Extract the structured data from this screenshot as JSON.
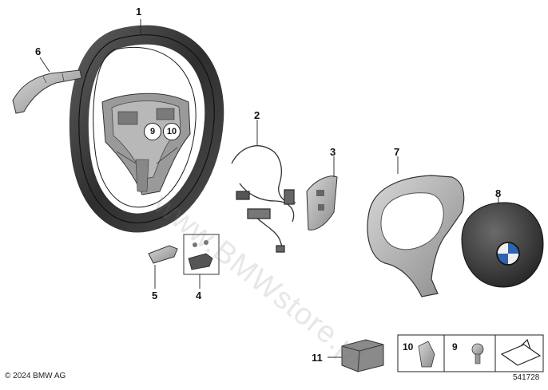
{
  "callouts": {
    "p1": "1",
    "p2": "2",
    "p3": "3",
    "p4": "4",
    "p5": "5",
    "p6": "6",
    "p7": "7",
    "p8": "8",
    "p11": "11"
  },
  "circled": {
    "c9": "9",
    "c10": "10"
  },
  "legend": {
    "b10": "10",
    "b9": "9"
  },
  "watermark": "www.BMWstore.pl",
  "copyright": "© 2024 BMW AG",
  "diagram_id": "541728"
}
